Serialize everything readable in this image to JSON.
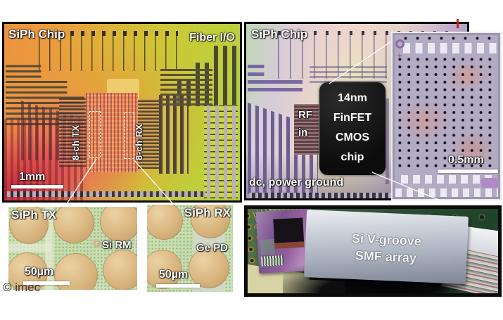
{
  "copyright": "© imec",
  "left_panel": {
    "title": "SiPh Chip",
    "fiber_io_label": "Fiber I/O",
    "tx_label": "8-ch TX",
    "rx_label": "8-ch RX",
    "scalebar": "1mm"
  },
  "right_panel": {
    "title": "SiPh Chip",
    "rf_line1": "RF",
    "rf_line2": "in",
    "cmos_chip": {
      "line1": "14nm",
      "line2": "FinFET",
      "line3": "CMOS",
      "line4": "chip"
    },
    "dc_label": "dc, power ground",
    "cmos_inset": {
      "scalebar": "0.5mm"
    }
  },
  "tx_inset": {
    "title": "SiPh TX",
    "device_label": "Si RM",
    "scalebar": "50µm"
  },
  "rx_inset": {
    "title": "SiPh RX",
    "device_label": "Ge PD",
    "scalebar": "50µm"
  },
  "assembly": {
    "label_line1": "Si V-groove",
    "label_line2": "SMF array"
  },
  "colors": {
    "accent_red": "#cc2020",
    "scalebar_white": "#ffffff"
  }
}
